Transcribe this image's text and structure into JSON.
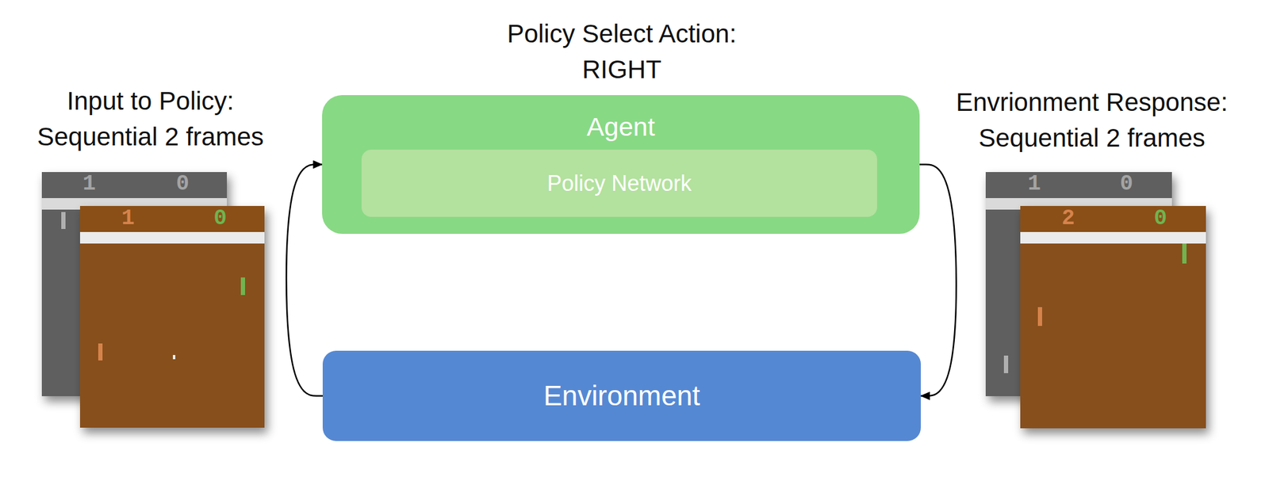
{
  "diagram": {
    "nodes": [
      {
        "text": [
          "Agent"
        ]
      },
      {
        "text": [
          "Policy Network"
        ],
        "in": 0
      },
      {
        "text": [
          "Environment"
        ]
      }
    ],
    "edges": [
      {
        "from": 2,
        "to": 0,
        "arrow": "to"
      },
      {
        "from": 0,
        "to": 2,
        "arrow": "to"
      }
    ],
    "labels": [
      "Input to Policy: Sequential 2 frames",
      "Policy Select Action: RIGHT",
      "Envrionment Response: Sequential 2 frames",
      "1",
      "0",
      "1",
      "0",
      "1",
      "0",
      "2",
      "0"
    ]
  }
}
